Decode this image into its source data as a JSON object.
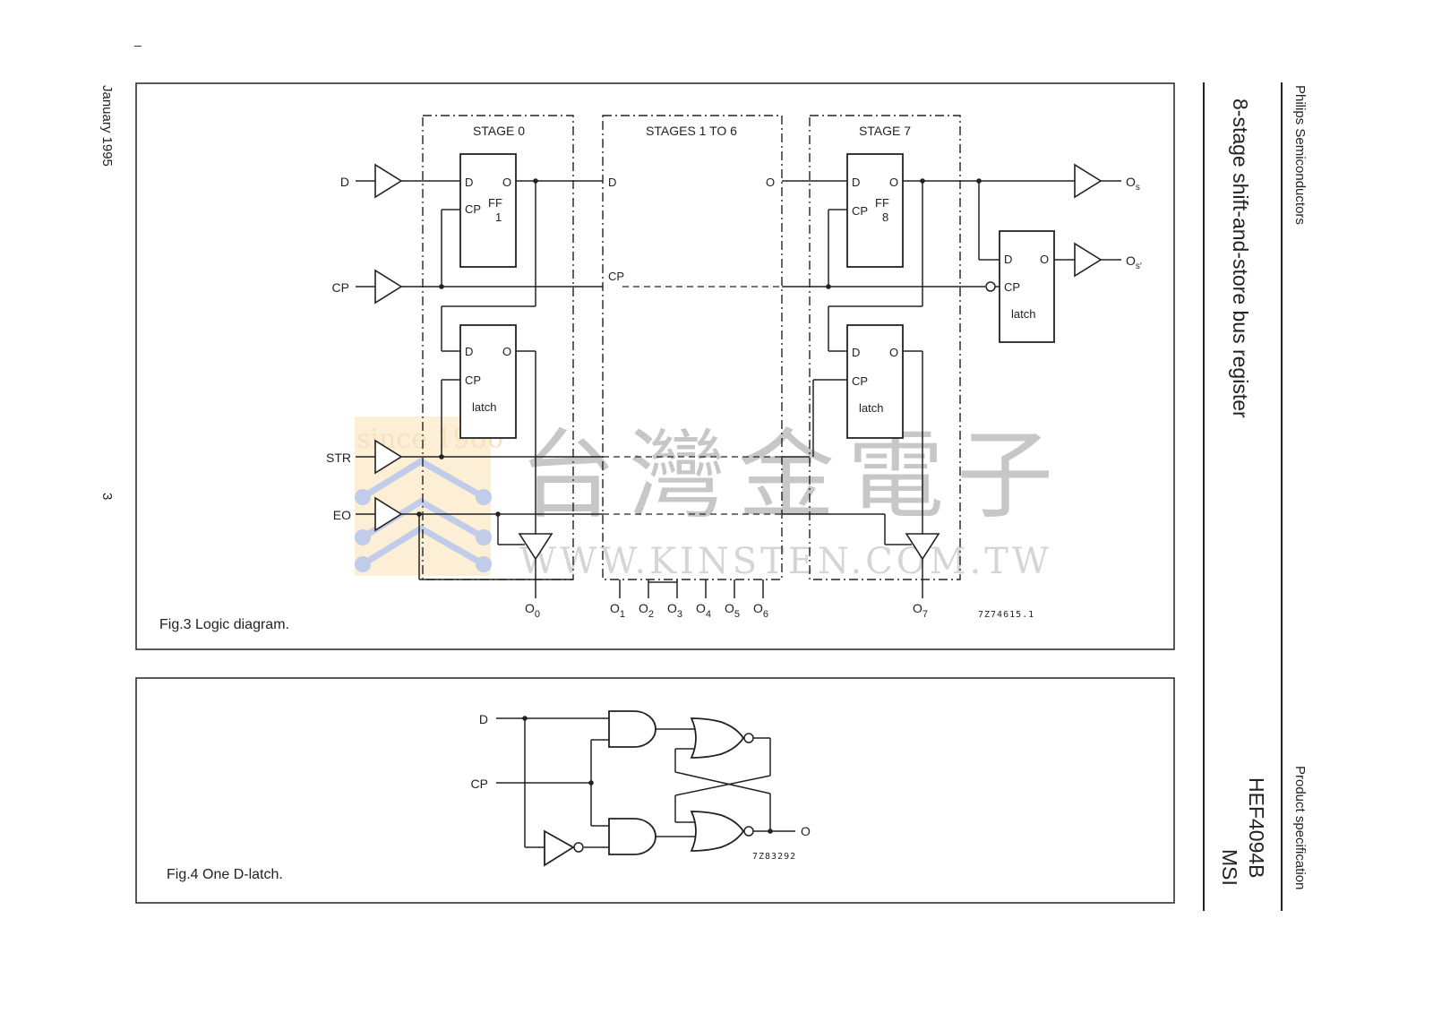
{
  "header": {
    "company": "Philips Semiconductors",
    "doc_type": "Product specification",
    "title": "8-stage shift-and-store bus register",
    "part_number": "HEF4094B",
    "family": "MSI",
    "date": "January 1995",
    "page_number": "3",
    "corner_mark": "_"
  },
  "fig3": {
    "caption": "Fig.3  Logic diagram.",
    "code": "7Z74615.1",
    "stage0_label": "STAGE 0",
    "stages_mid_label": "STAGES 1 TO 6",
    "stage7_label": "STAGE 7",
    "inputs": {
      "d": "D",
      "cp": "CP",
      "str": "STR",
      "eo": "EO"
    },
    "pin": {
      "d": "D",
      "q": "O",
      "cp": "CP",
      "ff": "FF",
      "ff1": "1",
      "ff8": "8",
      "latch": "latch"
    },
    "outputs": {
      "o": "O",
      "os_sub": "s",
      "os_prime": "s′"
    },
    "o_subs": [
      "0",
      "1",
      "2",
      "3",
      "4",
      "5",
      "6",
      "7"
    ]
  },
  "fig4": {
    "caption": "Fig.4  One D-latch.",
    "code": "7Z83292",
    "d": "D",
    "cp": "CP",
    "o": "O"
  },
  "watermark": {
    "since": "since 1980",
    "chinese": "台灣金電子",
    "url": "WWW.KINSTEN.COM.TW"
  }
}
